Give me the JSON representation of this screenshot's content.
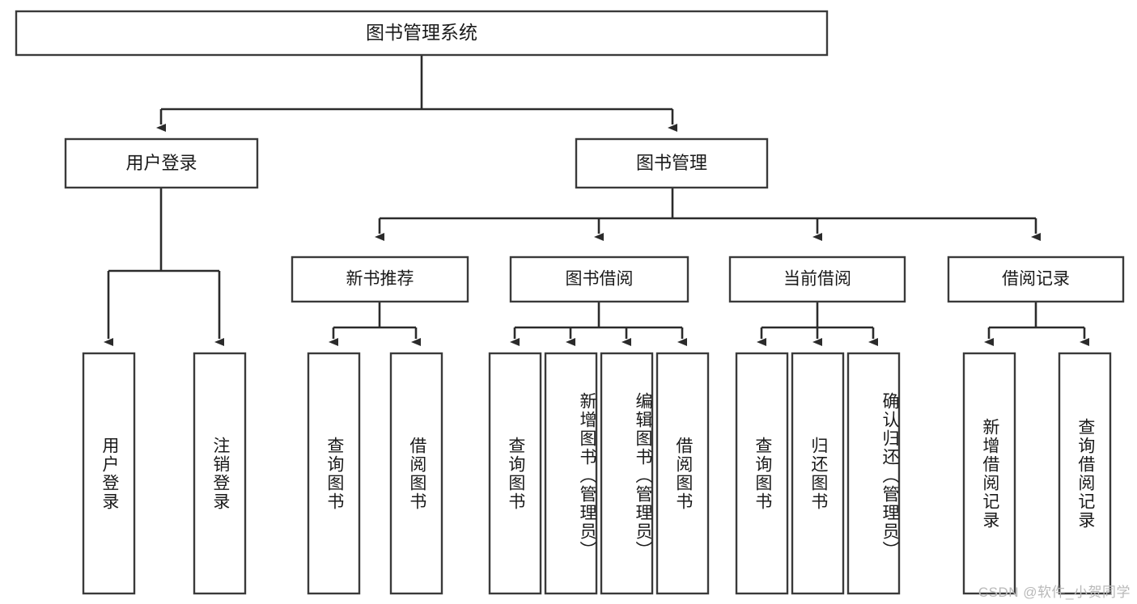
{
  "diagram": {
    "type": "tree",
    "title": "图书管理系统",
    "colors": {
      "box_fill": "#ffffff",
      "box_stroke": "#3a3a3a",
      "connector": "#2b2b2b",
      "text": "#1a1a1a",
      "watermark": "#b9b9b9",
      "background": "#ffffff"
    },
    "root": {
      "label": "图书管理系统",
      "level": 0
    },
    "level1": [
      {
        "label": "用户登录"
      },
      {
        "label": "图书管理"
      }
    ],
    "level2": [
      {
        "label": "新书推荐"
      },
      {
        "label": "图书借阅"
      },
      {
        "label": "当前借阅"
      },
      {
        "label": "借阅记录"
      }
    ],
    "leaves": {
      "user_login": [
        {
          "label": "用户登录"
        },
        {
          "label": "注销登录"
        }
      ],
      "new_book_recommend": [
        {
          "label": "查询图书"
        },
        {
          "label": "借阅图书"
        }
      ],
      "book_borrow": [
        {
          "label": "查询图书"
        },
        {
          "label": "新增图书（管理员）"
        },
        {
          "label": "编辑图书（管理员）"
        },
        {
          "label": "借阅图书"
        }
      ],
      "current_borrow": [
        {
          "label": "查询图书"
        },
        {
          "label": "归还图书"
        },
        {
          "label": "确认归还（管理员）"
        }
      ],
      "borrow_record": [
        {
          "label": "新增借阅记录"
        },
        {
          "label": "查询借阅记录"
        }
      ]
    }
  },
  "watermark": {
    "text": "CSDN @软件_小贺同学"
  }
}
